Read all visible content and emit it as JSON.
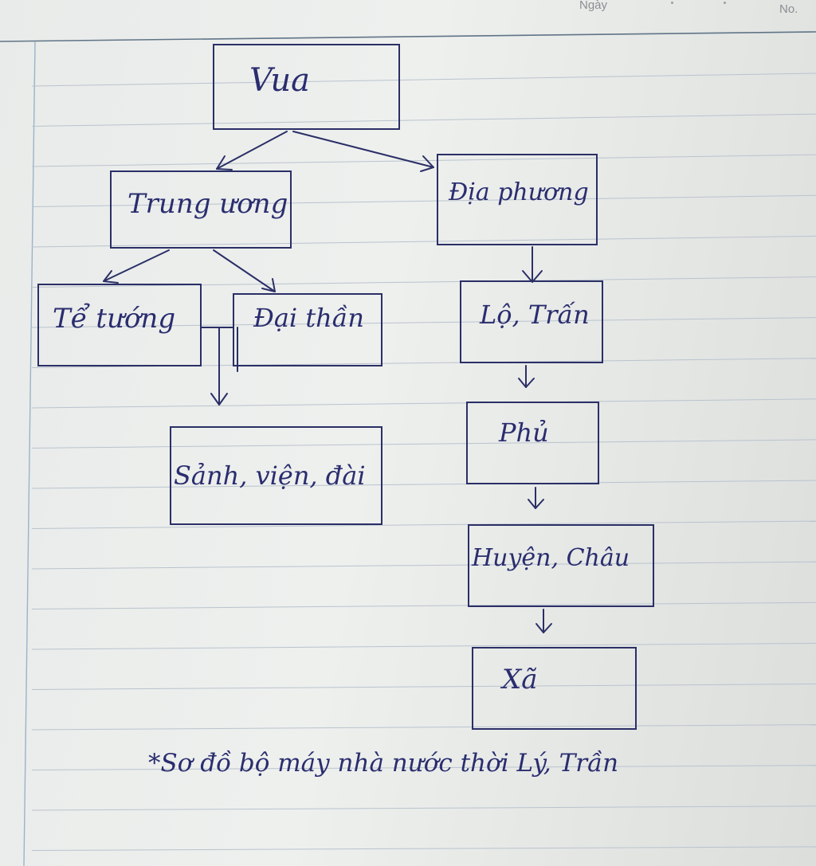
{
  "header": {
    "date_label": "Ngày",
    "number_label": "No."
  },
  "diagram": {
    "nodes": {
      "vua": "Vua",
      "trung_uong": "Trung ương",
      "dia_phuong": "Địa phương",
      "te_tuong": "Tể tướng",
      "dai_than": "Đại thần",
      "sanh_vien_dai": "Sảnh, viện, đài",
      "lo_tran": "Lộ, Trấn",
      "phu": "Phủ",
      "huyen_chau": "Huyện, Châu",
      "xa": "Xã"
    },
    "caption": "*Sơ đồ bộ máy nhà nước thời Lý, Trần"
  },
  "colors": {
    "ink": "#2b2f66",
    "margin_line": "#9bb3c8",
    "ruled_line": "#b9c3cd",
    "paper": "#eceeed"
  }
}
